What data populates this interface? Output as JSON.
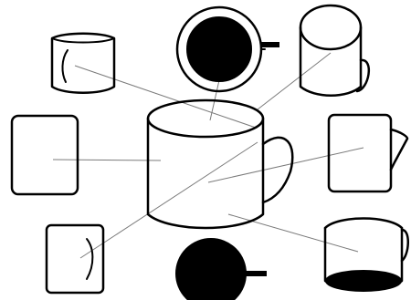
{
  "colors": {
    "ink": "#000000",
    "leader": "#7a7a7a",
    "background": "#ffffff"
  },
  "center_view": "mug-perspective-view",
  "views": [
    {
      "name": "mug-front-no-handle-view"
    },
    {
      "name": "mug-top-view-filled"
    },
    {
      "name": "mug-perspective-small-view"
    },
    {
      "name": "mug-flat-front-view"
    },
    {
      "name": "mug-side-view-with-handle"
    },
    {
      "name": "mug-front-no-handle-view-2"
    },
    {
      "name": "mug-bottom-view-filled"
    },
    {
      "name": "mug-low-perspective-view"
    }
  ]
}
